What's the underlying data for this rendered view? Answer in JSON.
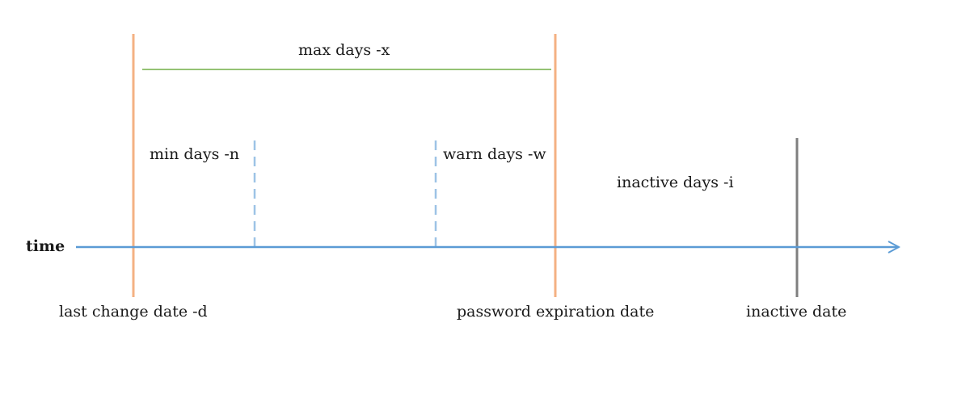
{
  "axis": {
    "label": "time"
  },
  "spans": {
    "max_days": "max days -x",
    "min_days": "min days -n",
    "warn_days": "warn days -w",
    "inactive_days": "inactive days -i"
  },
  "markers": {
    "last_change": "last change date -d",
    "expiration": "password expiration date",
    "inactive": "inactive date"
  },
  "colors": {
    "timeline": "#5b9bd5",
    "date_marker": "#f4b183",
    "max_span": "#70ad47",
    "dashed_marker": "#9dc3e6",
    "inactive_marker": "#7f7f7f",
    "text": "#1a1a1a"
  }
}
